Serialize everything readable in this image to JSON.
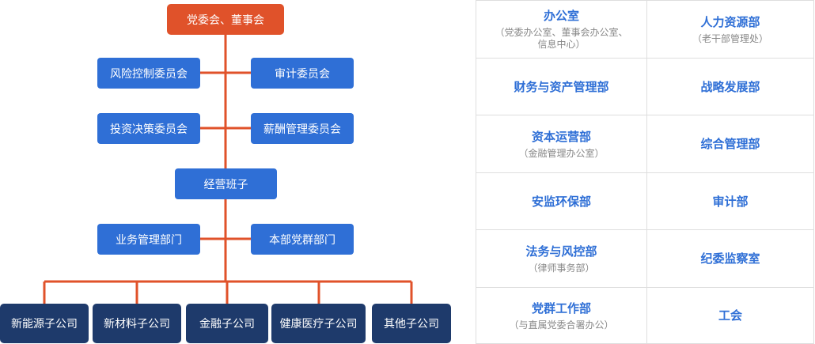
{
  "org_chart": {
    "top": "党委会、董事会",
    "committees_left": [
      "风险控制委员会",
      "投资决策委员会"
    ],
    "committees_right": [
      "审计委员会",
      "薪酬管理委员会"
    ],
    "management": "经营班子",
    "departments_left": "业务管理部门",
    "departments_right": "本部党群部门",
    "subsidiaries": [
      "新能源子公司",
      "新材料子公司",
      "金融子公司",
      "健康医疗子公司",
      "其他子公司"
    ],
    "line_color": "#e0522a"
  },
  "departments": [
    {
      "name": "办公室",
      "note": "（党委办公室、董事会办公室、",
      "note2": "信息中心）"
    },
    {
      "name": "人力资源部",
      "note": "（老干部管理处）"
    },
    {
      "name": "财务与资产管理部",
      "note": ""
    },
    {
      "name": "战略发展部",
      "note": ""
    },
    {
      "name": "资本运营部",
      "note": "（金融管理办公室）"
    },
    {
      "name": "综合管理部",
      "note": ""
    },
    {
      "name": "安监环保部",
      "note": ""
    },
    {
      "name": "审计部",
      "note": ""
    },
    {
      "name": "法务与风控部",
      "note": "（律师事务部）"
    },
    {
      "name": "纪委监察室",
      "note": ""
    },
    {
      "name": "党群工作部",
      "note": "（与直属党委合署办公）"
    },
    {
      "name": "工会",
      "note": ""
    }
  ],
  "colors": {
    "top_node": "#e0522a",
    "mid_node": "#2f6fd6",
    "subsidiary_node": "#1e3a6b",
    "dept_title": "#2f6fd6"
  }
}
